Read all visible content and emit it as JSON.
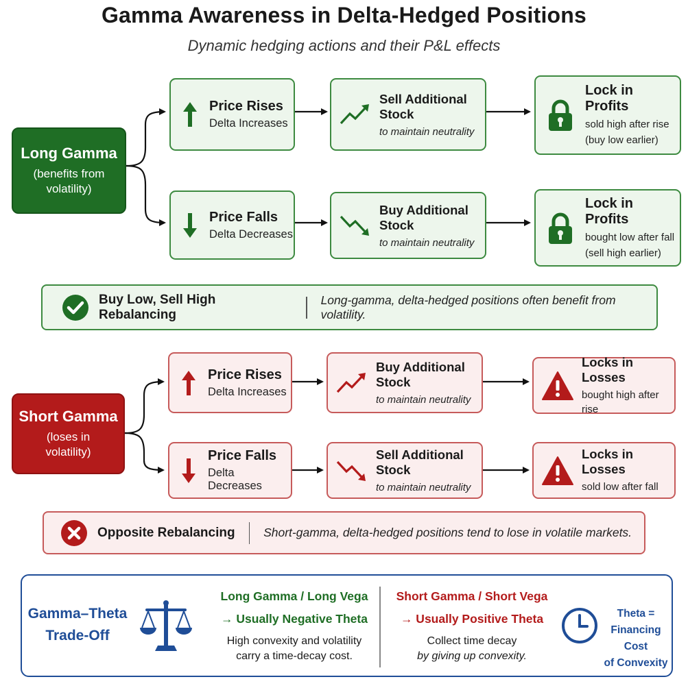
{
  "title": "Gamma Awareness in Delta-Hedged Positions",
  "subtitle": "Dynamic hedging actions and their P&L effects",
  "colors": {
    "green": "#1f6e25",
    "red": "#b31b1b",
    "blue": "#1f4d97",
    "green_bg": "#edf6ec",
    "red_bg": "#fbeeee"
  },
  "long_gamma": {
    "title": "Long Gamma",
    "subtitle": "(benefits from volatility)",
    "up": {
      "move": "Price Rises",
      "delta": "Delta Increases",
      "move_icon": "arrow-up-icon",
      "action": "Sell Additional Stock",
      "action_note": "to maintain neutrality",
      "action_icon": "trend-up-icon",
      "result": "Lock in Profits",
      "result_line1": "sold high after rise",
      "result_line2": "(buy low earlier)",
      "result_icon": "lock-icon"
    },
    "down": {
      "move": "Price Falls",
      "delta": "Delta Decreases",
      "move_icon": "arrow-down-icon",
      "action": "Buy Additional Stock",
      "action_note": "to maintain neutrality",
      "action_icon": "trend-down-icon",
      "result": "Lock in Profits",
      "result_line1": "bought low after fall",
      "result_line2": "(sell high earlier)",
      "result_icon": "lock-icon"
    },
    "summary_title": "Buy Low, Sell High Rebalancing",
    "summary_text": "Long-gamma, delta-hedged positions often benefit from volatility.",
    "summary_icon": "check-icon"
  },
  "short_gamma": {
    "title": "Short Gamma",
    "subtitle": "(loses in volatility)",
    "up": {
      "move": "Price Rises",
      "delta": "Delta Increases",
      "move_icon": "arrow-up-icon",
      "action": "Buy Additional Stock",
      "action_note": "to maintain neutrality",
      "action_icon": "trend-up-icon",
      "result": "Locks in Losses",
      "result_line1": "bought high after rise",
      "result_icon": "warning-icon"
    },
    "down": {
      "move": "Price Falls",
      "delta": "Delta Decreases",
      "move_icon": "arrow-down-icon",
      "action": "Sell Additional Stock",
      "action_note": "to maintain neutrality",
      "action_icon": "trend-down-icon",
      "result": "Locks in Losses",
      "result_line1": "sold low after fall",
      "result_icon": "warning-icon"
    },
    "summary_title": "Opposite Rebalancing",
    "summary_text": "Short-gamma, delta-hedged positions tend to lose in volatile markets.",
    "summary_icon": "x-icon"
  },
  "tradeoff": {
    "title_line1": "Gamma–Theta",
    "title_line2": "Trade-Off",
    "scale_icon": "balance-scale-icon",
    "long": {
      "heading": "Long Gamma / Long Vega",
      "theta": "→ Usually Negative Theta",
      "line1": "High convexity and volatility",
      "line2": "carry a time-decay cost."
    },
    "short": {
      "heading": "Short Gamma / Short Vega",
      "theta": "→ Usually Positive Theta",
      "line1": "Collect time decay",
      "line2": "by giving up convexity."
    },
    "clock_icon": "clock-icon",
    "theta_line1": "Theta =",
    "theta_line2": "Financing Cost",
    "theta_line3": "of Convexity"
  }
}
